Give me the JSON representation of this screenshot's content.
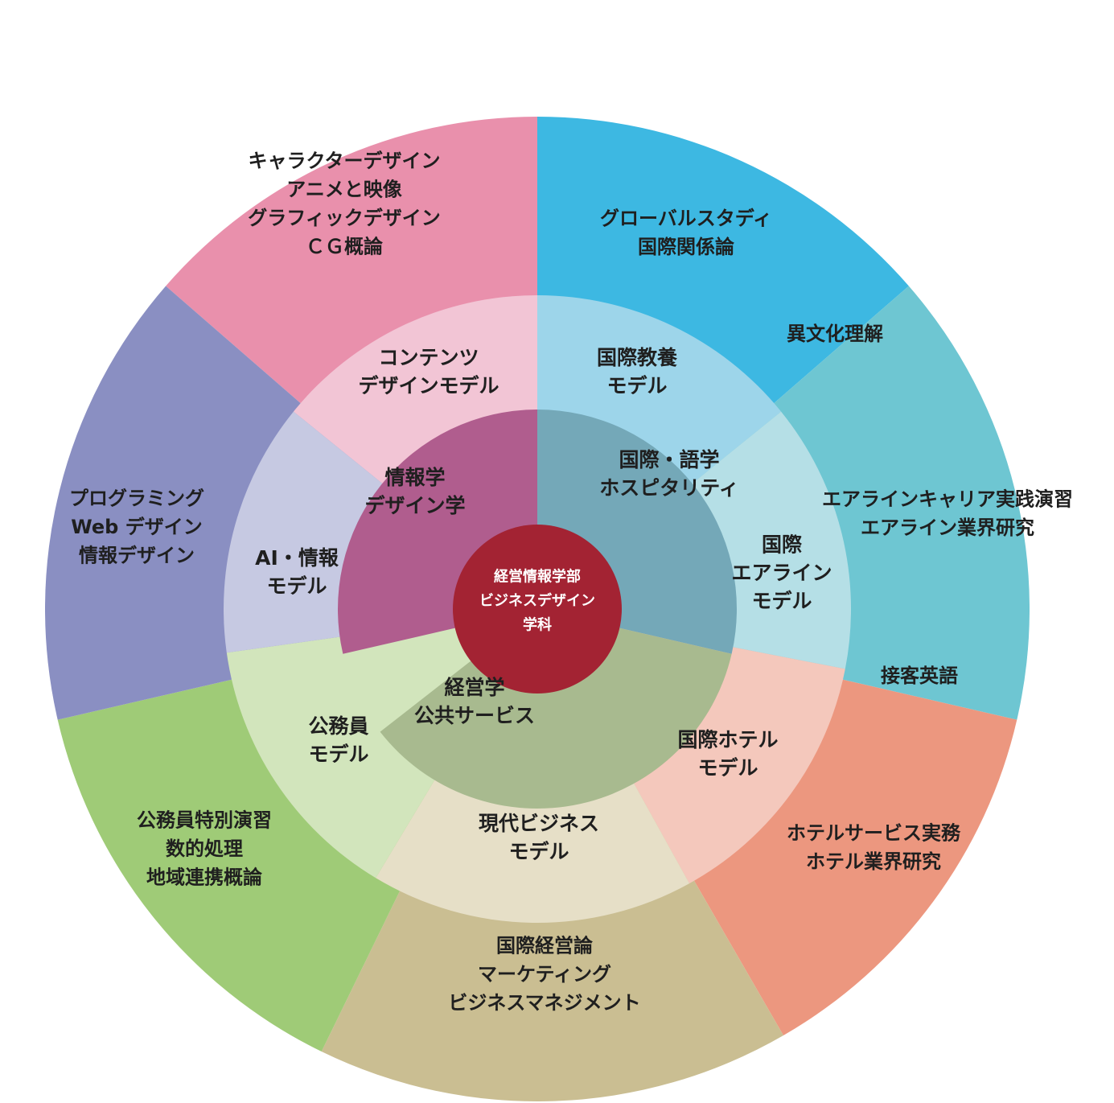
{
  "center": {
    "lines": [
      "経営情報学部",
      "ビジネスデザイン",
      "学科"
    ],
    "color": "#a32333"
  },
  "disciplines": [
    {
      "id": "info",
      "lines": [
        "情報学",
        "デザイン学"
      ],
      "color": "#b05d8e"
    },
    {
      "id": "intl",
      "lines": [
        "国際・語学",
        "ホスピタリティ"
      ],
      "color": "#74a8b8"
    },
    {
      "id": "mgmt",
      "lines": [
        "経営学",
        "公共サービス"
      ],
      "color": "#a8ba8f"
    }
  ],
  "models": [
    {
      "id": "contents",
      "lines": [
        "コンテンツ",
        "デザインモデル"
      ],
      "color": "#f2c5d5"
    },
    {
      "id": "kokusai-kyoyo",
      "lines": [
        "国際教養",
        "モデル"
      ],
      "color": "#9dd5ea"
    },
    {
      "id": "airline",
      "lines": [
        "国際",
        "エアライン",
        "モデル"
      ],
      "color": "#b5dfe6"
    },
    {
      "id": "hotel",
      "lines": [
        "国際ホテル",
        "モデル"
      ],
      "color": "#f4c8bc"
    },
    {
      "id": "business",
      "lines": [
        "現代ビジネス",
        "モデル"
      ],
      "color": "#e6dfc7"
    },
    {
      "id": "komuin",
      "lines": [
        "公務員",
        "モデル"
      ],
      "color": "#d2e5bc"
    },
    {
      "id": "ai",
      "lines": [
        "AI・情報",
        "モデル"
      ],
      "color": "#c6c9e2"
    }
  ],
  "courses": [
    {
      "id": "contents",
      "lines": [
        "キャラクターデザイン",
        "アニメと映像",
        "グラフィックデザイン",
        "ＣＧ概論"
      ],
      "color": "#e990ac"
    },
    {
      "id": "kokusai-kyoyo",
      "lines": [
        "グローバルスタディ",
        "国際関係論"
      ],
      "extra": [
        "異文化理解"
      ],
      "color": "#3db8e2"
    },
    {
      "id": "airline",
      "lines": [
        "エアラインキャリア実践演習",
        "エアライン業界研究"
      ],
      "color": "#6ec6d2"
    },
    {
      "id": "hotel",
      "lines": [
        "ホテルサービス実務",
        "ホテル業界研究"
      ],
      "extra": [
        "接客英語"
      ],
      "color": "#ec977f"
    },
    {
      "id": "business",
      "lines": [
        "国際経営論",
        "マーケティング",
        "ビジネスマネジメント"
      ],
      "color": "#cabe92"
    },
    {
      "id": "komuin",
      "lines": [
        "公務員特別演習",
        "数的処理",
        "地域連携概論"
      ],
      "color": "#9fcb77"
    },
    {
      "id": "ai",
      "lines": [
        "プログラミング",
        "Web デザイン",
        "情報デザイン"
      ],
      "color": "#8a8fc2"
    }
  ]
}
